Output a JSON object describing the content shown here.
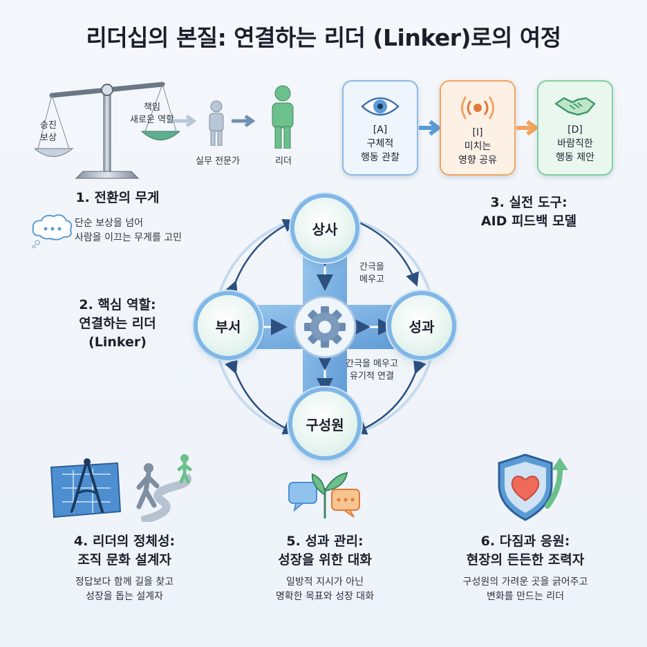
{
  "title": "리더십의 본질: 연결하는 리더 (Linker)로의 여정",
  "section1": {
    "scale_left": "승진\n보상",
    "scale_right": "책임\n새로운 역할",
    "expert_label": "실무 전문가",
    "leader_label": "리더",
    "title": "1. 전환의 무게",
    "desc": "단순 보상을 넘어\n사람을 이끄는 무게를 고민"
  },
  "section2": {
    "title": "2. 핵심 역할:\n연결하는 리더\n(Linker)",
    "nodes": {
      "top": "상사",
      "left": "부서",
      "right": "성과",
      "bottom": "구성원"
    },
    "gap_label_top": "간극을\n메우고",
    "gap_label_bottom": "간극을 메우고\n유기적 연결"
  },
  "section3": {
    "cards": [
      {
        "label": "[A]\n구체적\n행동 관찰",
        "icon": "eye-icon",
        "color": "#5b9bd5"
      },
      {
        "label": "[I]\n미치는\n영향 공유",
        "icon": "broadcast-icon",
        "color": "#f2a35e"
      },
      {
        "label": "[D]\n바람직한\n행동 제안",
        "icon": "handshake-icon",
        "color": "#6cc08b"
      }
    ],
    "title": "3. 실전 도구:\nAID 피드백 모델"
  },
  "section4": {
    "title": "4. 리더의 정체성:\n조직 문화 설계자",
    "desc": "정답보다 함께 길을 찾고\n성장을 돕는 설계자"
  },
  "section5": {
    "title": "5. 성과 관리:\n성장을 위한 대화",
    "desc": "일방적 지시가 아닌\n명확한 목표와 성장 대화"
  },
  "section6": {
    "title": "6. 다짐과 응원:\n현장의 든든한 조력자",
    "desc": "구성원의 가려운 곳을 긁어주고\n변화를 만드는 리더"
  }
}
